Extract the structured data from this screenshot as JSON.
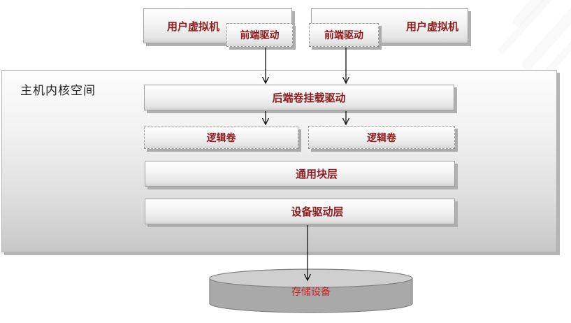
{
  "kernel_space": {
    "label": "主机内核空间"
  },
  "nodes": {
    "vm_left": {
      "label": "用户虚拟机"
    },
    "frontend_left": {
      "label": "前端驱动"
    },
    "frontend_right": {
      "label": "前端驱动"
    },
    "vm_right": {
      "label": "用户虚拟机"
    },
    "backend_mount_driver": {
      "label": "后端卷挂载驱动"
    },
    "logical_volume_left": {
      "label": "逻辑卷"
    },
    "logical_volume_right": {
      "label": "逻辑卷"
    },
    "generic_block_layer": {
      "label": "通用块层"
    },
    "device_driver_layer": {
      "label": "设备驱动层"
    },
    "storage_device": {
      "label": "存储设备"
    }
  },
  "edges": [
    {
      "from": "frontend_left",
      "to": "backend_mount_driver"
    },
    {
      "from": "frontend_right",
      "to": "backend_mount_driver"
    },
    {
      "from": "backend_mount_driver",
      "to": "logical_volume_left"
    },
    {
      "from": "backend_mount_driver",
      "to": "logical_volume_right"
    },
    {
      "from": "device_driver_layer",
      "to": "storage_device"
    }
  ],
  "colors": {
    "node_label": "#8e1b1d",
    "storage_label": "#cc2222",
    "kernel_label": "#222222",
    "box_border": "#a0a0a0",
    "box_shadow": "#b0b0b0",
    "cylinder_body": "#a9a9a9",
    "cylinder_top": "#cfcfcf",
    "arrow": "#111111"
  }
}
